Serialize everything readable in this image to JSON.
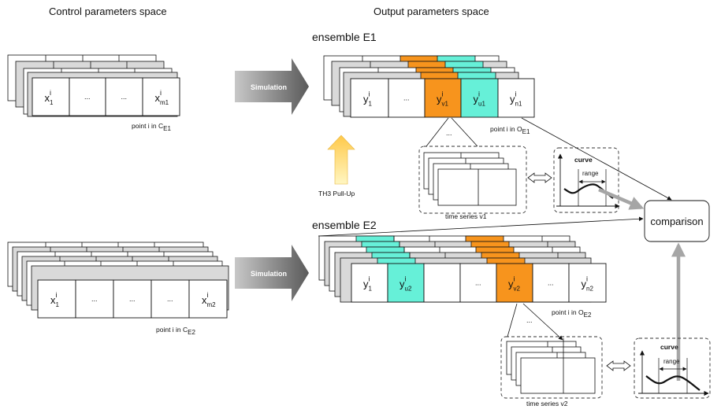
{
  "headers": {
    "control_space": "Control parameters space",
    "output_space": "Output parameters space"
  },
  "ensembles": {
    "e1": {
      "title": "ensemble E1",
      "control_cells": [
        {
          "v": "x",
          "sup": "i",
          "sub": "1"
        },
        {
          "v": "..."
        },
        {
          "v": "..."
        },
        {
          "v": "x",
          "sup": "i",
          "sub": "m1"
        }
      ],
      "control_caption": {
        "text": "point i in C",
        "sub": "E1"
      },
      "simulation_label": "Simulation",
      "output_cells": [
        {
          "v": "y",
          "sup": "i",
          "sub": "1"
        },
        {
          "v": "..."
        },
        {
          "v": "y",
          "sup": "i",
          "sub": "v1"
        },
        {
          "v": "y",
          "sup": "i",
          "sub": "u1"
        },
        {
          "v": "y",
          "sup": "i",
          "sub": "n1"
        }
      ],
      "output_caption": {
        "text": "point i in O",
        "sub": "E1"
      },
      "expansion_dots": "...",
      "time_series_caption": "time series v1",
      "curve_title": "curve",
      "range_label": "range"
    },
    "e2": {
      "title": "ensemble E2",
      "control_cells": [
        {
          "v": "x",
          "sup": "i",
          "sub": "1"
        },
        {
          "v": "..."
        },
        {
          "v": "..."
        },
        {
          "v": "..."
        },
        {
          "v": "x",
          "sup": "i",
          "sub": "m2"
        }
      ],
      "control_caption": {
        "text": "point i in C",
        "sub": "E2"
      },
      "simulation_label": "Simulation",
      "output_cells": [
        {
          "v": "y",
          "sup": "i",
          "sub": "1"
        },
        {
          "v": "y",
          "sup": "i",
          "sub": "u2"
        },
        {
          "v": ""
        },
        {
          "v": "..."
        },
        {
          "v": "y",
          "sup": "i",
          "sub": "v2"
        },
        {
          "v": "..."
        },
        {
          "v": "y",
          "sup": "i",
          "sub": "n2"
        }
      ],
      "output_caption": {
        "text": "point i in O",
        "sub": "E2"
      },
      "expansion_dots": "...",
      "time_series_caption": "time series v2",
      "curve_title": "curve",
      "range_label": "range"
    }
  },
  "pull_up_label": "TH3 Pull-Up",
  "comparison_label": "comparison",
  "colors": {
    "orange": "#f7941d",
    "teal": "#66f0d8",
    "gray_layer": "#d9d9d9",
    "sim_arrow": "#6e6e6e",
    "pull_up": "#ffd966",
    "link_gray": "#a6a6a6"
  },
  "icons": {
    "swap": "double-arrow-icon"
  }
}
